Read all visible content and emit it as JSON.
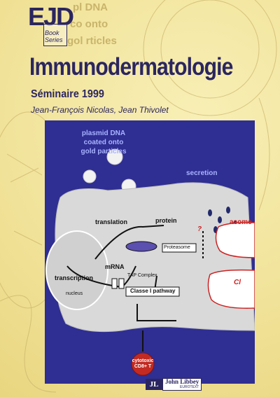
{
  "logo": {
    "letters": "EJD",
    "line1": "Book",
    "line2": "Series"
  },
  "title": "Immunodermatologie",
  "subtitle": "Séminaire 1999",
  "authors": "Jean-François Nicolas, Jean Thivolet",
  "diagram": {
    "plasmid_line1": "plasmid DNA",
    "plasmid_line2": "coated onto",
    "plasmid_line3": "gold particles",
    "secretion": "secretion",
    "translation": "translation",
    "protein": "protein",
    "question": "?",
    "proteasome": "Proteasome",
    "mrna": "mRNA",
    "transcription": "transcription",
    "nucleus": "nucleus",
    "tap": "TAP Complex",
    "classe": "Classe I pathway",
    "asome": "asome",
    "cl": "Cl",
    "tcell_line1": "cytotoxic",
    "tcell_line2": "CD8+ T"
  },
  "background_words": {
    "w1": "pl  DNA",
    "w2": "co  onto",
    "w3": "gol  rticles"
  },
  "publisher": {
    "mark": "JL",
    "name": "John Libbey",
    "imprint": "EUROTEXT"
  },
  "colors": {
    "cover_bg": "#f4e9a8",
    "title": "#2b2660",
    "diagram_bg": "#2f2e93",
    "cell": "#d9d9d9",
    "accent_red": "#c22222"
  }
}
